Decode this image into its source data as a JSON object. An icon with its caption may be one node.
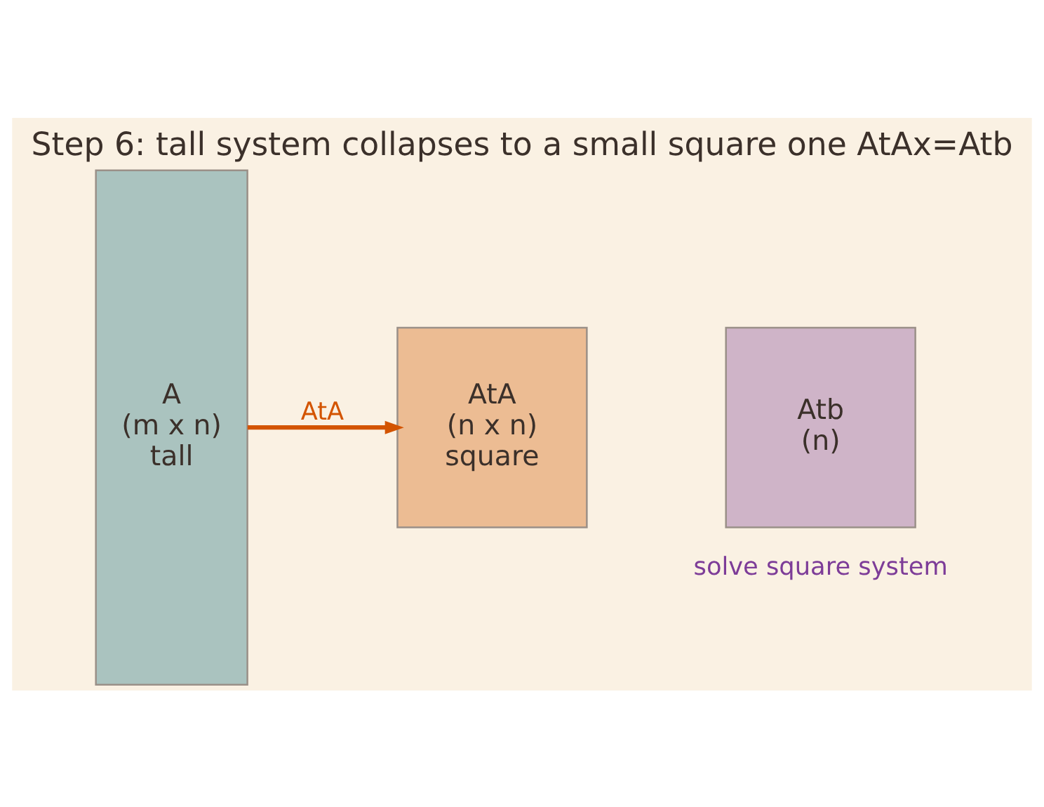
{
  "diagram": {
    "title": "Step 6: tall system collapses to a small square one AtAx=Atb",
    "nodes": [
      {
        "text": [
          "A",
          "(m x n)",
          "tall"
        ]
      },
      {
        "text": [
          "AtA",
          "(n x n)",
          "square"
        ]
      },
      {
        "text": [
          "Atb",
          "(n)"
        ],
        "beside": [
          "solve square system"
        ]
      }
    ],
    "edges": [
      {
        "from": 0,
        "to": 1,
        "arrow": "to",
        "label": "AtA",
        "color": "#d35400"
      }
    ]
  }
}
